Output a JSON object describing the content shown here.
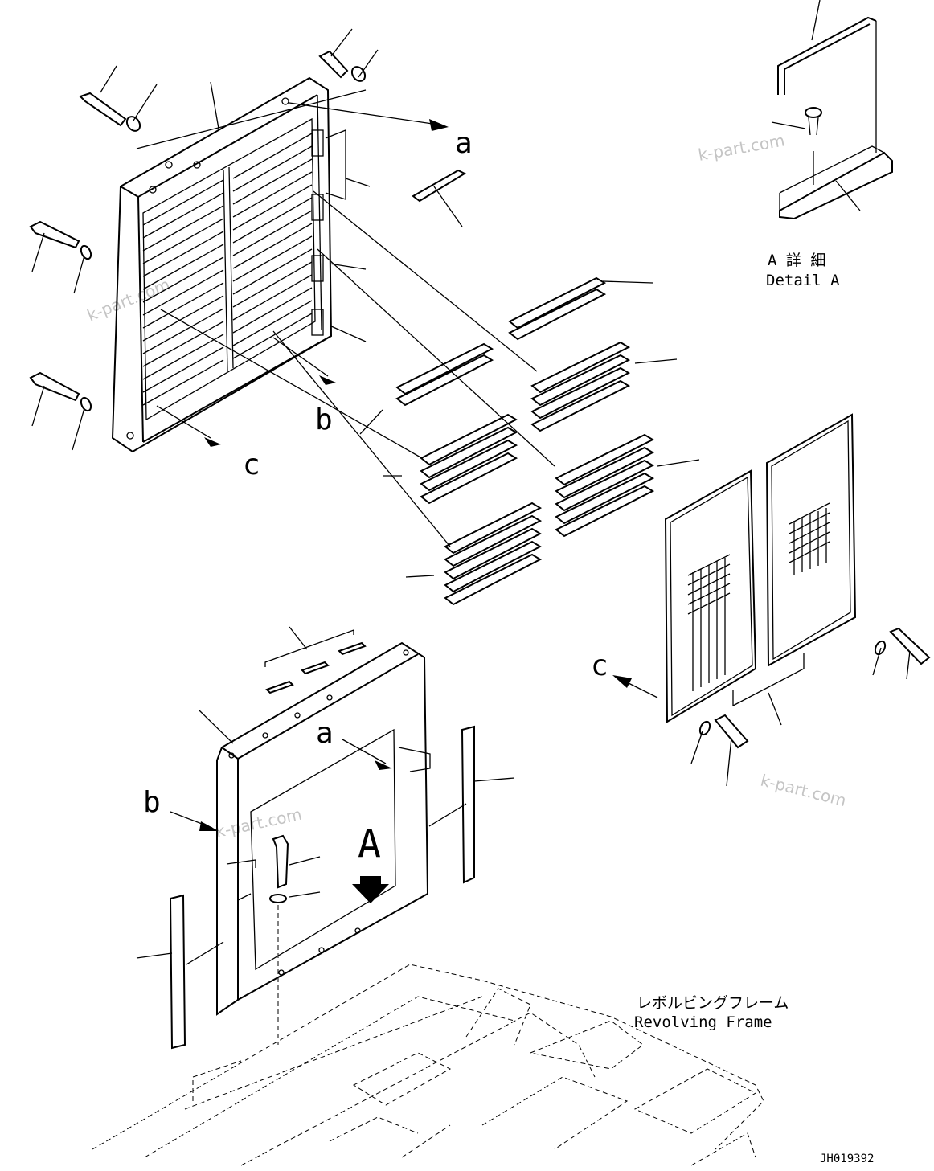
{
  "labels": {
    "a_top": "a",
    "b_top": "b",
    "c_top": "c",
    "a_frame": "a",
    "b_frame": "b",
    "c_panel": "c",
    "A_arrow": "A",
    "detail_a_jp": "A 詳 細",
    "detail_a_en": "Detail A",
    "frame_jp": "レボルビングフレーム",
    "frame_en": "Revolving Frame",
    "drawing_id": "JH019392"
  },
  "watermark": "k-part.com"
}
